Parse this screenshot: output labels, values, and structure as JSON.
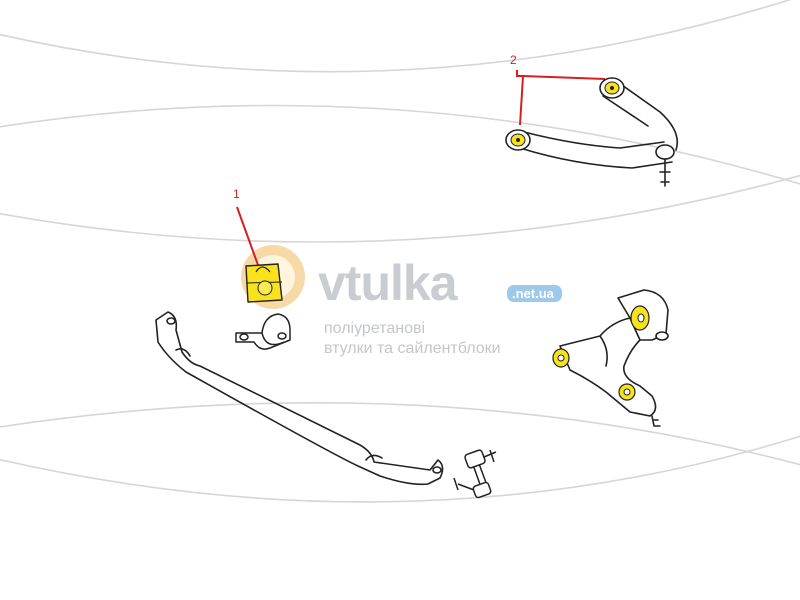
{
  "callouts": [
    {
      "number": "1",
      "color": "#d42020"
    },
    {
      "number": "2",
      "color": "#d42020"
    }
  ],
  "watermark": {
    "brand": "vtulka",
    "domain": ".net.ua",
    "tagline_line1": "поліуретанові",
    "tagline_line2": "втулки та сайлентблоки",
    "colors": {
      "text": "#c9ccd0",
      "ring_outer": "#f6d9a6",
      "ring_inner": "#fff4dc",
      "badge": "#9ec9ea"
    }
  },
  "colors": {
    "bushing_highlight": "#f7e21b",
    "line_art": "#222222",
    "background_arcs": "#d6d6d6"
  }
}
